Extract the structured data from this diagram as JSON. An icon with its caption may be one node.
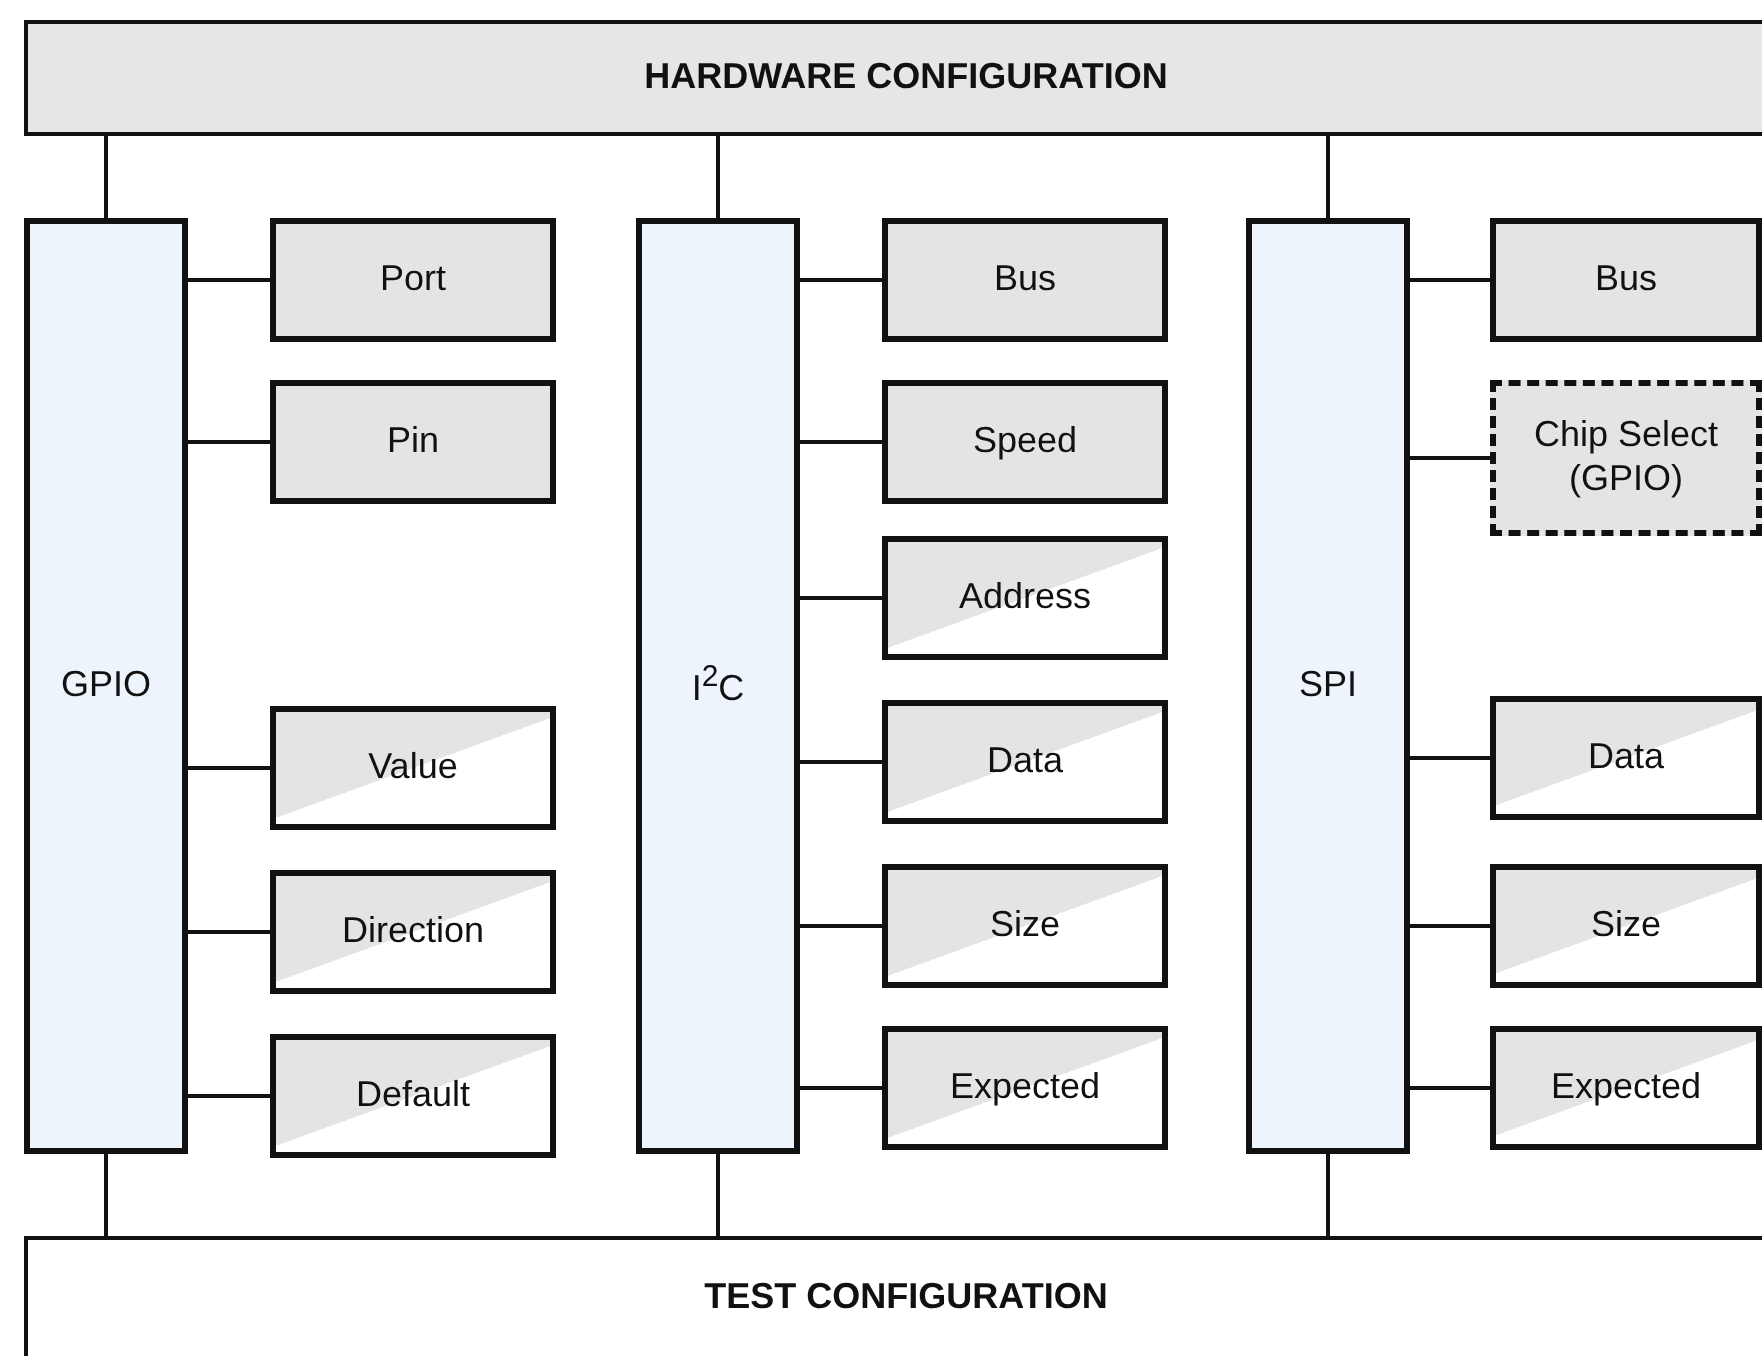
{
  "diagram": {
    "nodes": [
      {
        "text": [
          "HARDWARE CONFIGURATION"
        ]
      },
      {
        "text": [
          "GPIO"
        ]
      },
      {
        "text": [
          "Port"
        ]
      },
      {
        "text": [
          "Pin"
        ]
      },
      {
        "text": [
          "Value"
        ]
      },
      {
        "text": [
          "Direction"
        ]
      },
      {
        "text": [
          "Default"
        ]
      },
      {
        "text": [
          "I$^{2}$C"
        ]
      },
      {
        "text": [
          "Bus"
        ]
      },
      {
        "text": [
          "Speed"
        ]
      },
      {
        "text": [
          "Address"
        ]
      },
      {
        "text": [
          "Data"
        ]
      },
      {
        "text": [
          "Size"
        ]
      },
      {
        "text": [
          "Expected"
        ]
      },
      {
        "text": [
          "SPI"
        ]
      },
      {
        "text": [
          "Bus"
        ]
      },
      {
        "text": [
          "Chip Select (GPIO)"
        ]
      },
      {
        "text": [
          "Data"
        ]
      },
      {
        "text": [
          "Size"
        ]
      },
      {
        "text": [
          "Expected"
        ]
      },
      {
        "text": [
          "TEST CONFIGURATION"
        ]
      }
    ],
    "edges": [
      {
        "from": 0,
        "to": 1,
        "arrow": "none"
      },
      {
        "from": 0,
        "to": 7,
        "arrow": "none"
      },
      {
        "from": 0,
        "to": 14,
        "arrow": "none"
      },
      {
        "from": 1,
        "to": 2,
        "arrow": "none"
      },
      {
        "from": 1,
        "to": 3,
        "arrow": "none"
      },
      {
        "from": 1,
        "to": 4,
        "arrow": "none"
      },
      {
        "from": 1,
        "to": 5,
        "arrow": "none"
      },
      {
        "from": 1,
        "to": 6,
        "arrow": "none"
      },
      {
        "from": 7,
        "to": 8,
        "arrow": "none"
      },
      {
        "from": 7,
        "to": 9,
        "arrow": "none"
      },
      {
        "from": 7,
        "to": 10,
        "arrow": "none"
      },
      {
        "from": 7,
        "to": 11,
        "arrow": "none"
      },
      {
        "from": 7,
        "to": 12,
        "arrow": "none"
      },
      {
        "from": 7,
        "to": 13,
        "arrow": "none"
      },
      {
        "from": 14,
        "to": 15,
        "arrow": "none"
      },
      {
        "from": 14,
        "to": 16,
        "arrow": "none"
      },
      {
        "from": 14,
        "to": 17,
        "arrow": "none"
      },
      {
        "from": 14,
        "to": 18,
        "arrow": "none"
      },
      {
        "from": 14,
        "to": 19,
        "arrow": "none"
      },
      {
        "from": 1,
        "to": 20,
        "arrow": "none"
      },
      {
        "from": 7,
        "to": 20,
        "arrow": "none"
      },
      {
        "from": 14,
        "to": 20,
        "arrow": "none"
      }
    ]
  }
}
